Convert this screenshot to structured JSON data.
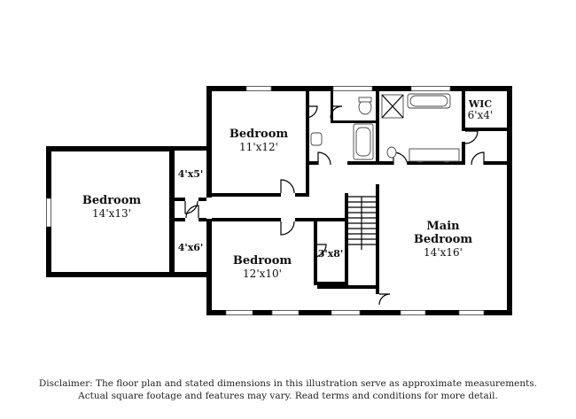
{
  "rooms": {
    "bedroom_left": {
      "label": "Bedroom",
      "dims": "14'x13'"
    },
    "bedroom_top": {
      "label": "Bedroom",
      "dims": "11'x12'"
    },
    "bedroom_bottom": {
      "label": "Bedroom",
      "dims": "12'x10'"
    },
    "main_bedroom": {
      "label_line1": "Main",
      "label_line2": "Bedroom",
      "dims": "14'x16'"
    },
    "wic": {
      "label": "WIC",
      "dims": "6'x4'"
    },
    "closet_4x5": {
      "dims": "4'x5'"
    },
    "closet_4x6": {
      "dims": "4'x6'"
    },
    "closet_3x8": {
      "dims": "3'x8'"
    }
  },
  "disclaimer": {
    "line1": "Disclaimer: The floor plan and stated dimensions in this illustration serve as approximate measurements.",
    "line2": "Actual square footage and features may vary. Read terms and conditions for more detail."
  }
}
